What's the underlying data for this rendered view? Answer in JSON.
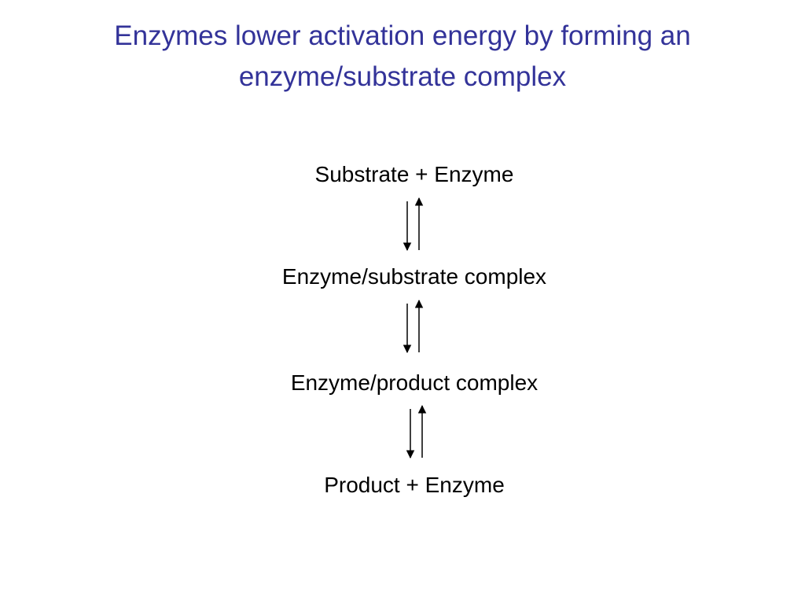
{
  "title": {
    "line1": "Enzymes lower activation energy by forming an",
    "line2": "enzyme/substrate complex"
  },
  "steps": [
    "Substrate + Enzyme",
    "Enzyme/substrate complex",
    "Enzyme/product complex",
    "Product + Enzyme"
  ],
  "colors": {
    "title": "#333399",
    "text": "#000000",
    "arrow": "#000000"
  },
  "arrow_icon": "equilibrium-arrows-icon"
}
